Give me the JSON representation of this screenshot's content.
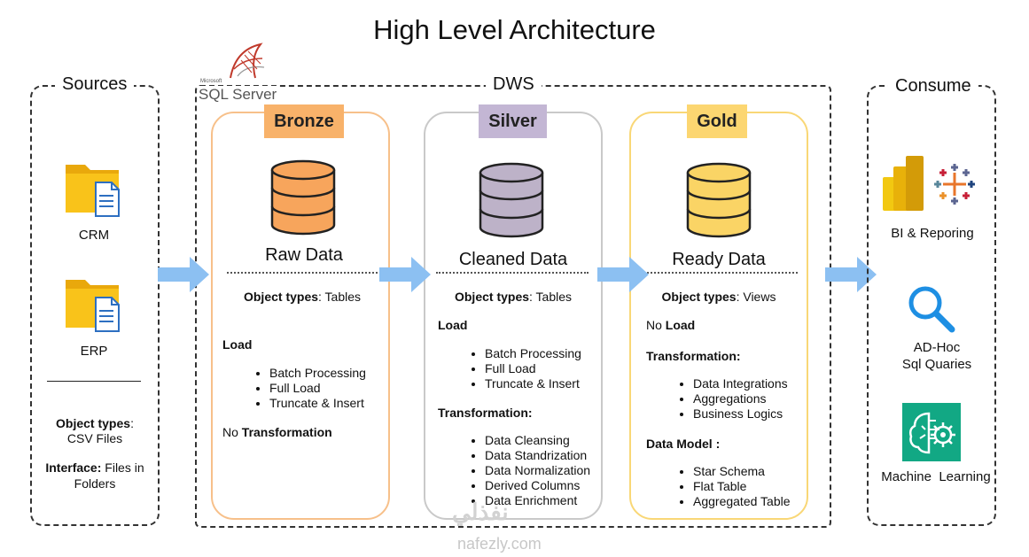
{
  "title": "High Level Architecture",
  "sources": {
    "label": "Sources",
    "items": [
      {
        "label": "CRM"
      },
      {
        "label": "ERP"
      }
    ],
    "object_types_key": "Object types",
    "object_types_value": "CSV Files",
    "interface_key": "Interface:",
    "interface_value_1": "Files in",
    "interface_value_2": "Folders"
  },
  "dws": {
    "label": "DWS",
    "sql_server_small": "Microsoft",
    "sql_server": "SQL Server"
  },
  "bronze": {
    "tag": "Bronze",
    "subtitle": "Raw Data",
    "object_types_key": "Object types",
    "object_types_value": ": Tables",
    "load_heading": "Load",
    "load_items": [
      "Batch Processing",
      "Full Load",
      "Truncate & Insert"
    ],
    "no_word": "No",
    "transformation_word": "Transformation"
  },
  "silver": {
    "tag": "Silver",
    "subtitle": "Cleaned Data",
    "object_types_key": "Object types",
    "object_types_value": ": Tables",
    "load_heading": "Load",
    "load_items": [
      "Batch Processing",
      "Full Load",
      "Truncate & Insert"
    ],
    "transformation_heading": "Transformation:",
    "transformation_items": [
      "Data Cleansing",
      "Data Standrization",
      "Data Normalization",
      "Derived Columns",
      "Data Enrichment"
    ]
  },
  "gold": {
    "tag": "Gold",
    "subtitle": "Ready Data",
    "object_types_key": "Object types",
    "object_types_value": ": Views",
    "no_word": "No",
    "load_word": "Load",
    "transformation_heading": "Transformation:",
    "transformation_items": [
      "Data Integrations",
      "Aggregations",
      "Business Logics"
    ],
    "data_model_heading": "Data Model :",
    "data_model_items": [
      "Star Schema",
      "Flat Table",
      "Aggregated Table"
    ]
  },
  "consume": {
    "label": "Consume",
    "bi_label": "BI & Reporing",
    "adhoc_line1": "AD-Hoc",
    "adhoc_line2": "Sql Quaries",
    "ml_label": "Machine  Learning"
  },
  "watermark": {
    "arabic": "نفذلي",
    "url": "nafezly.com"
  },
  "colors": {
    "bronze_border": "#f7c08a",
    "bronze_tag": "#f8b26a",
    "bronze_db": "#f7a55c",
    "silver_border": "#c9c9c9",
    "silver_tag": "#c3b6d4",
    "silver_db": "#bdb2c8",
    "gold_border": "#f9d776",
    "gold_tag": "#fcd671",
    "gold_db": "#fad465",
    "arrow": "#8cc0f2",
    "folder": "#f9c31a",
    "doc": "#2d6fc1",
    "search": "#1e8fe3",
    "ml": "#12a884"
  }
}
